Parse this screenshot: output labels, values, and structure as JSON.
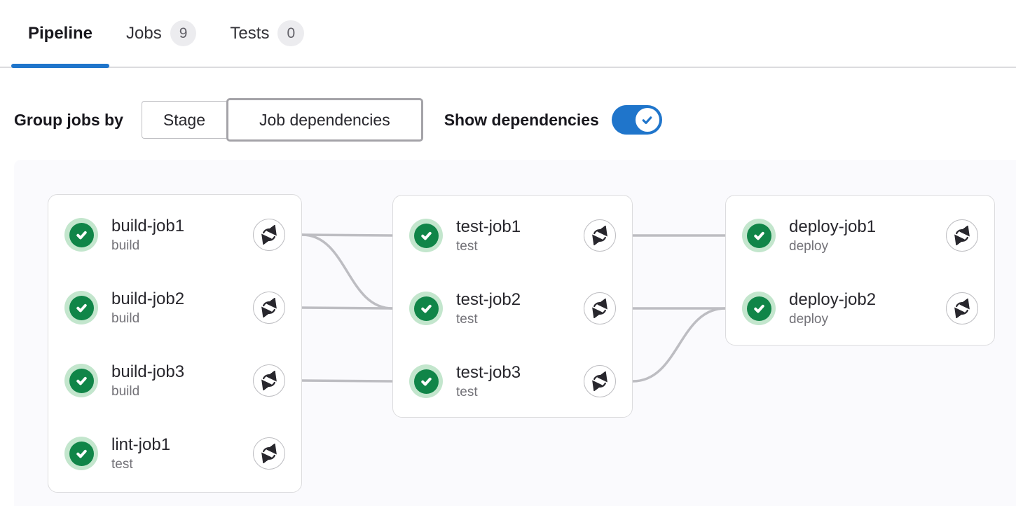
{
  "tabs": [
    {
      "label": "Pipeline",
      "badge": null,
      "active": true
    },
    {
      "label": "Jobs",
      "badge": "9",
      "active": false
    },
    {
      "label": "Tests",
      "badge": "0",
      "active": false
    }
  ],
  "controls": {
    "group_jobs_by_label": "Group jobs by",
    "segments": [
      {
        "label": "Stage",
        "selected": false
      },
      {
        "label": "Job dependencies",
        "selected": true
      }
    ],
    "show_dependencies_label": "Show dependencies",
    "show_dependencies_on": true
  },
  "icons": {
    "status_icon": "check-circle",
    "retry_icon": "retry-arrows",
    "toggle_icon": "check"
  },
  "colors": {
    "accent_blue": "#1f75cb",
    "success_green": "#108548",
    "success_ring": "#c3e6cd",
    "link_line": "#bdbdc2",
    "graph_background": "#fafafd",
    "card_border": "#dcdcde"
  },
  "graph": {
    "columns": [
      {
        "jobs": [
          {
            "name": "build-job1",
            "stage": "build",
            "status": "passed",
            "action": "retry"
          },
          {
            "name": "build-job2",
            "stage": "build",
            "status": "passed",
            "action": "retry"
          },
          {
            "name": "build-job3",
            "stage": "build",
            "status": "passed",
            "action": "retry"
          },
          {
            "name": "lint-job1",
            "stage": "test",
            "status": "passed",
            "action": "retry"
          }
        ]
      },
      {
        "jobs": [
          {
            "name": "test-job1",
            "stage": "test",
            "status": "passed",
            "action": "retry"
          },
          {
            "name": "test-job2",
            "stage": "test",
            "status": "passed",
            "action": "retry"
          },
          {
            "name": "test-job3",
            "stage": "test",
            "status": "passed",
            "action": "retry"
          }
        ]
      },
      {
        "jobs": [
          {
            "name": "deploy-job1",
            "stage": "deploy",
            "status": "passed",
            "action": "retry"
          },
          {
            "name": "deploy-job2",
            "stage": "deploy",
            "status": "passed",
            "action": "retry"
          }
        ]
      }
    ],
    "links": [
      {
        "from": "build-job1",
        "to": "test-job1",
        "from_pos": [
          0,
          0
        ],
        "to_pos": [
          1,
          0
        ]
      },
      {
        "from": "build-job1",
        "to": "test-job2",
        "from_pos": [
          0,
          0
        ],
        "to_pos": [
          1,
          1
        ]
      },
      {
        "from": "build-job2",
        "to": "test-job2",
        "from_pos": [
          0,
          1
        ],
        "to_pos": [
          1,
          1
        ]
      },
      {
        "from": "build-job3",
        "to": "test-job3",
        "from_pos": [
          0,
          2
        ],
        "to_pos": [
          1,
          2
        ]
      },
      {
        "from": "test-job1",
        "to": "deploy-job1",
        "from_pos": [
          1,
          0
        ],
        "to_pos": [
          2,
          0
        ]
      },
      {
        "from": "test-job2",
        "to": "deploy-job2",
        "from_pos": [
          1,
          1
        ],
        "to_pos": [
          2,
          1
        ]
      },
      {
        "from": "test-job3",
        "to": "deploy-job2",
        "from_pos": [
          1,
          2
        ],
        "to_pos": [
          2,
          1
        ]
      }
    ]
  }
}
